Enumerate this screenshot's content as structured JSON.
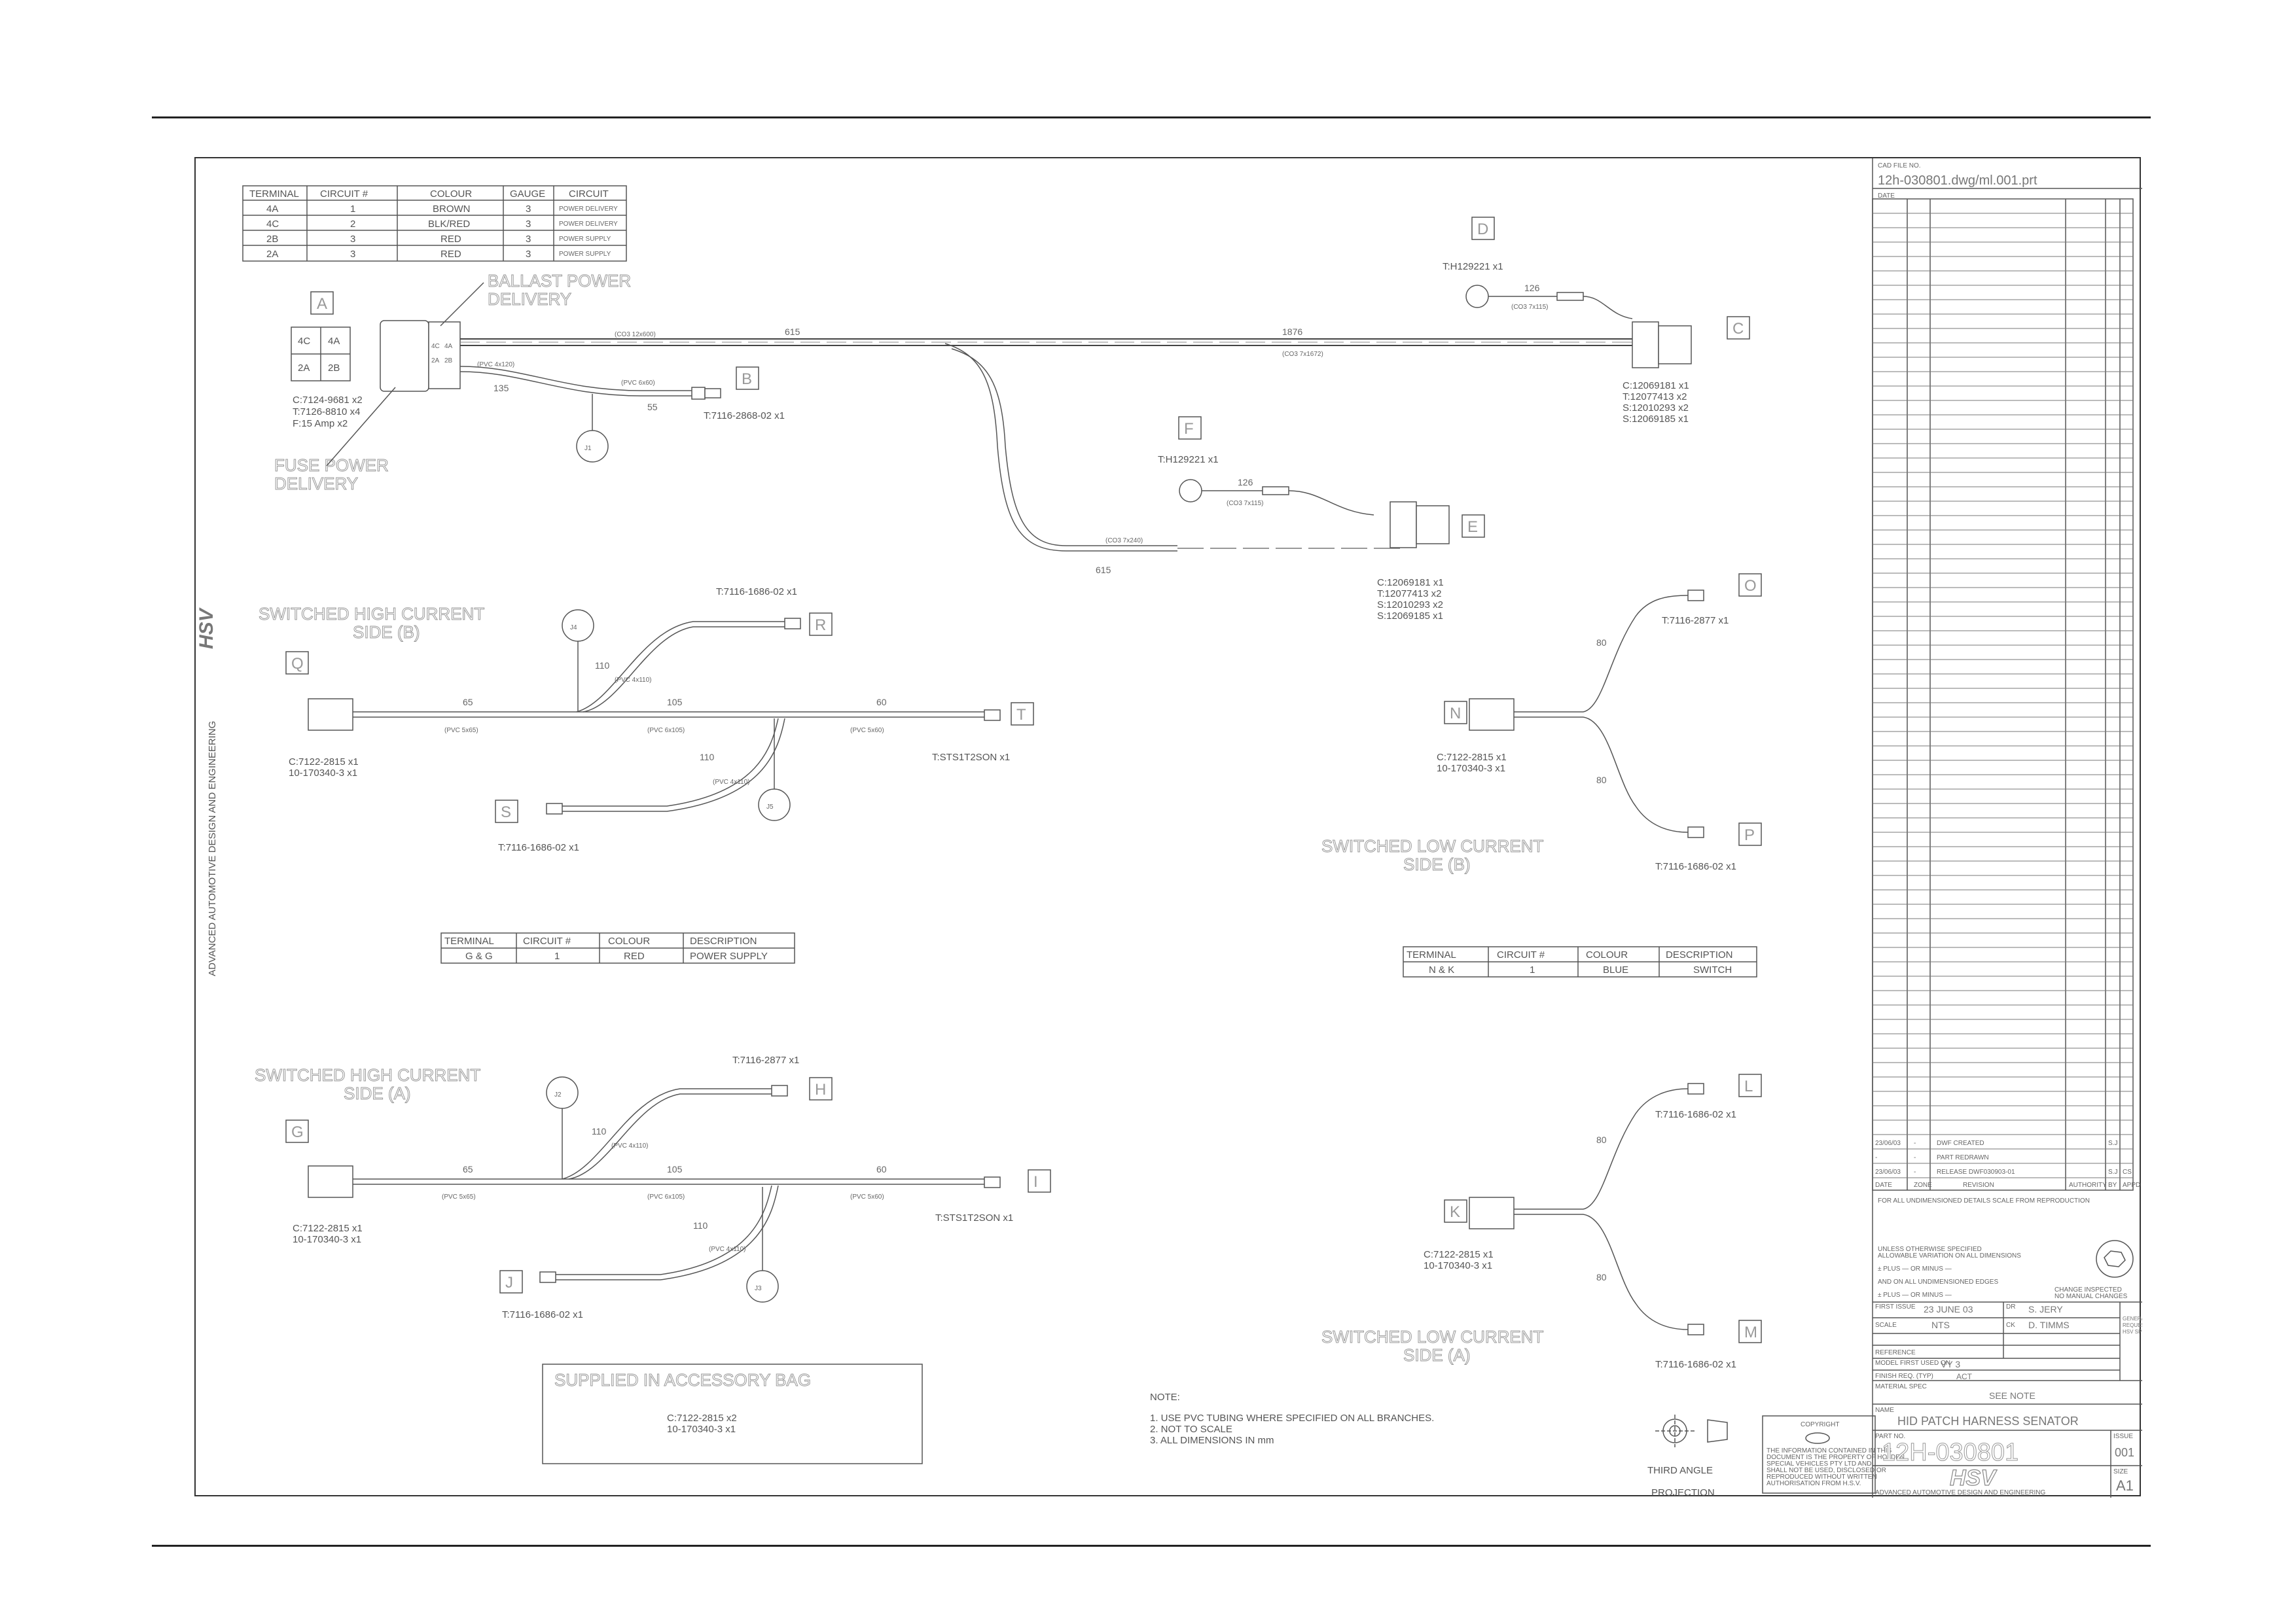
{
  "circuit_table_top": {
    "headers": [
      "TERMINAL",
      "CIRCUIT #",
      "COLOUR",
      "GAUGE",
      "CIRCUIT"
    ],
    "rows": [
      [
        "4A",
        "1",
        "BROWN",
        "3",
        "POWER DELIVERY"
      ],
      [
        "4C",
        "2",
        "BLK/RED",
        "3",
        "POWER DELIVERY"
      ],
      [
        "2B",
        "3",
        "RED",
        "3",
        "POWER SUPPLY"
      ],
      [
        "2A",
        "3",
        "RED",
        "3",
        "POWER SUPPLY"
      ]
    ]
  },
  "callouts": {
    "ballast_power_delivery": [
      "BALLAST POWER",
      "DELIVERY"
    ],
    "fuse_power_delivery": [
      "FUSE POWER",
      "DELIVERY"
    ],
    "switched_high_current_b": [
      "SWITCHED HIGH CURRENT",
      "SIDE (B)"
    ],
    "switched_high_current_a": [
      "SWITCHED HIGH CURRENT",
      "SIDE (A)"
    ],
    "switched_low_current_b": [
      "SWITCHED LOW CURRENT",
      "SIDE (B)"
    ],
    "switched_low_current_a": [
      "SWITCHED LOW CURRENT",
      "SIDE (A)"
    ]
  },
  "connector_A": {
    "label": "A",
    "pins": [
      "4C",
      "4A",
      "2A",
      "2B"
    ],
    "parts": [
      "C:7124-9681 x2",
      "T:7126-8810 x4",
      "F:15 Amp x2"
    ]
  },
  "connector_B": {
    "label": "B",
    "part": "T:7116-2868-02 x1"
  },
  "connector_C": {
    "label": "C",
    "parts": [
      "C:12069181 x1",
      "T:12077413 x2",
      "S:12010293 x2",
      "S:12069185 x1"
    ]
  },
  "connector_D": {
    "label": "D",
    "part": "T:H129221 x1"
  },
  "connector_E": {
    "label": "E",
    "parts": [
      "C:12069181 x1",
      "T:12077413 x2",
      "S:12010293 x2",
      "S:12069185 x1"
    ]
  },
  "connector_F": {
    "label": "F",
    "part": "T:H129221 x1"
  },
  "main_harness": {
    "dims": [
      "615",
      "1876",
      "135",
      "55",
      "126",
      "126",
      "615"
    ],
    "sleeves": [
      "(CO3 12x600)",
      "(PVC 4x120)",
      "(PVC 6x60)",
      "(CO3 7x115)",
      "(CO3 7x115)",
      "(CO3 7x240)",
      "(CO3 7x1672)"
    ],
    "junction": "J1",
    "pins": [
      "4C",
      "4A",
      "2A",
      "2B"
    ]
  },
  "high_b": {
    "labels": {
      "q": "Q",
      "r": "R",
      "s": "S",
      "t": "T"
    },
    "dims": [
      "65",
      "105",
      "60",
      "110",
      "110"
    ],
    "sleeves": [
      "(PVC 5x65)",
      "(PVC 6x105)",
      "(PVC 5x60)",
      "(PVC 4x110)",
      "(PVC 4x110)"
    ],
    "junctions": [
      "J4",
      "J5"
    ],
    "parts": {
      "q": [
        "C:7122-2815 x1",
        "10-170340-3 x1"
      ],
      "r": "T:7116-1686-02 x1",
      "s": "T:7116-1686-02 x1",
      "t": "T:STS1T2SON x1"
    }
  },
  "high_a": {
    "labels": {
      "g": "G",
      "h": "H",
      "i": "I",
      "j": "J"
    },
    "dims": [
      "65",
      "105",
      "60",
      "110",
      "110"
    ],
    "sleeves": [
      "(PVC 5x65)",
      "(PVC 6x105)",
      "(PVC 5x60)",
      "(PVC 4x110)",
      "(PVC 4x110)"
    ],
    "junctions": [
      "J2",
      "J3"
    ],
    "parts": {
      "g": [
        "C:7122-2815 x1",
        "10-170340-3 x1"
      ],
      "h": "T:7116-2877 x1",
      "i": "T:STS1T2SON x1",
      "j": "T:7116-1686-02 x1"
    }
  },
  "low_b": {
    "labels": {
      "n": "N",
      "o": "O",
      "p": "P"
    },
    "dims": [
      "80",
      "80"
    ],
    "parts": {
      "n": [
        "C:7122-2815 x1",
        "10-170340-3 x1"
      ],
      "o": "T:7116-2877 x1",
      "p": "T:7116-1686-02 x1"
    }
  },
  "low_a": {
    "labels": {
      "k": "K",
      "l": "L",
      "m": "M"
    },
    "dims": [
      "80",
      "80"
    ],
    "parts": {
      "k": [
        "C:7122-2815 x1",
        "10-170340-3 x1"
      ],
      "l": "T:7116-1686-02 x1",
      "m": "T:7116-1686-02 x1"
    }
  },
  "table_qs": {
    "headers": [
      "TERMINAL",
      "CIRCUIT #",
      "COLOUR",
      "DESCRIPTION"
    ],
    "row": [
      "G & G",
      "1",
      "RED",
      "POWER SUPPLY"
    ]
  },
  "table_nk": {
    "headers": [
      "TERMINAL",
      "CIRCUIT #",
      "COLOUR",
      "DESCRIPTION"
    ],
    "row": [
      "N & K",
      "1",
      "BLUE",
      "SWITCH"
    ]
  },
  "accessory_bag": {
    "title": "SUPPLIED IN ACCESSORY BAG",
    "items": [
      "C:7122-2815 x2",
      "10-170340-3 x1"
    ]
  },
  "notes": {
    "title": "NOTE:",
    "items": [
      "1. USE PVC TUBING WHERE SPECIFIED ON ALL BRANCHES.",
      "2. NOT TO SCALE",
      "3. ALL DIMENSIONS IN mm"
    ]
  },
  "projection_label": [
    "THIRD ANGLE",
    "PROJECTION"
  ],
  "copyright_box": {
    "title": "COPYRIGHT",
    "lines": [
      "THE INFORMATION CONTAINED IN THIS",
      "DOCUMENT IS THE PROPERTY OF HOLDEN",
      "SPECIAL VEHICLES PTY LTD AND",
      "SHALL NOT BE USED, DISCLOSED OR",
      "REPRODUCED WITHOUT WRITTEN",
      "AUTHORISATION FROM H.S.V."
    ]
  },
  "side_branding": "ADVANCED AUTOMOTIVE DESIGN AND ENGINEERING",
  "logo_text": "HSV",
  "title_block": {
    "cad_label": "CAD FILE NO.",
    "cad_file": "12h-030801.dwg/ml.001.prt",
    "date_col": "DATE",
    "revisions": [
      [
        "23/06/03",
        "-",
        "DWF CREATED",
        "S.J",
        ""
      ],
      [
        "-",
        "-",
        "PART REDRAWN",
        "",
        ""
      ],
      [
        "23/06/03",
        "-",
        "RELEASE DWF030903-01",
        "S.J",
        "CS"
      ]
    ],
    "rev_header": [
      "DATE",
      "ZONE",
      "REVISION",
      "AUTHORITY",
      "BY",
      "APPD"
    ],
    "tol_note": "FOR ALL UNDIMENSIONED DETAILS SCALE FROM REPRODUCTION",
    "unless_block": [
      "UNLESS OTHERWISE SPECIFIED",
      "ALLOWABLE VARIATION ON ALL DIMENSIONS",
      "± PLUS — OR MINUS —",
      "AND ON ALL UNDIMENSIONED EDGES",
      "± PLUS — OR MINUS —"
    ],
    "change_note": [
      "CHANGE INSPECTED",
      "NO MANUAL CHANGES"
    ],
    "first_issue_label": "FIRST ISSUE",
    "first_issue": "23 JUNE 03",
    "scale_label": "SCALE",
    "scale": "NTS",
    "drawn_label": "DR",
    "drawn": "S. JERY",
    "checked_label": "CK",
    "checked": "D. TIMMS",
    "reference_label": "REFERENCE",
    "model_label": "MODEL FIRST USED ON",
    "model": "VY 3",
    "finish_label": "FINISH REQ. (TYP)",
    "finish": "ACT",
    "material_label": "MATERIAL SPEC",
    "material": "SEE NOTE",
    "name_label": "NAME",
    "name": "HID PATCH HARNESS SENATOR",
    "part_label": "PART NO.",
    "part_no": "12H-030801",
    "issue_label": "ISSUE",
    "issue": "001",
    "size_label": "SIZE",
    "size": "A1",
    "footer_brand": "ADVANCED AUTOMOTIVE DESIGN AND ENGINEERING",
    "general_approval": [
      "GENERAL APPROVAL",
      "REQUESTED TO BE",
      "HSV SPECS"
    ]
  }
}
